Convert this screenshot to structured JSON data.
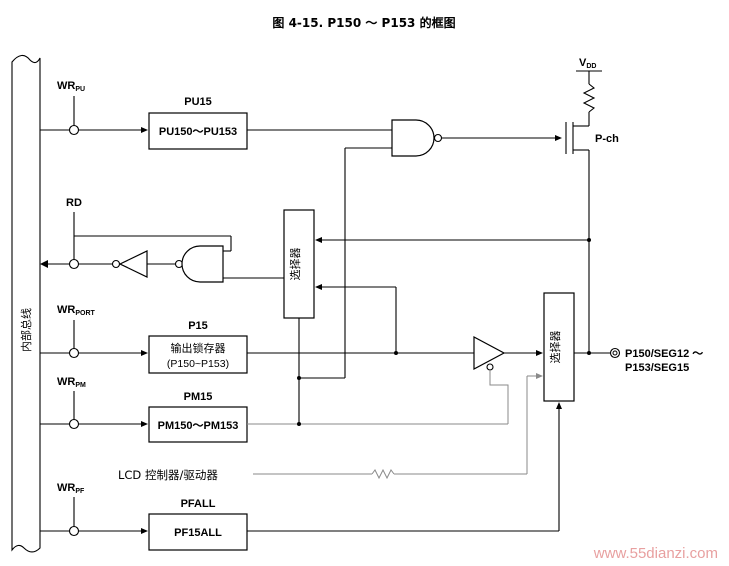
{
  "title": "图 4-15. P150 ～ P153 的框图",
  "bus_label": "内部总线",
  "signals": {
    "wr_pu": {
      "main": "WR",
      "sub": "PU"
    },
    "rd": "RD",
    "wr_port": {
      "main": "WR",
      "sub": "PORT"
    },
    "wr_pm": {
      "main": "WR",
      "sub": "PM"
    },
    "wr_pf": {
      "main": "WR",
      "sub": "PF"
    }
  },
  "registers": {
    "pu15": {
      "title": "PU15",
      "body": "PU150～PU153"
    },
    "p15": {
      "title": "P15",
      "line1": "输出锁存器",
      "line2": "(P150~P153)"
    },
    "pm15": {
      "title": "PM15",
      "body": "PM150～PM153"
    },
    "pfall": {
      "title": "PFALL",
      "body": "PF15ALL"
    }
  },
  "selector_label": "选择器",
  "vdd": {
    "main": "V",
    "sub": "DD"
  },
  "pch": "P-ch",
  "pin": {
    "line1": "P150/SEG12 ～",
    "line2": "P153/SEG15"
  },
  "lcd": "LCD 控制器/驱动器",
  "watermark": "www.55dianzi.com",
  "colors": {
    "line": "#000000",
    "gray_line": "#8a8a8a",
    "watermark": "#e8a0a0"
  }
}
